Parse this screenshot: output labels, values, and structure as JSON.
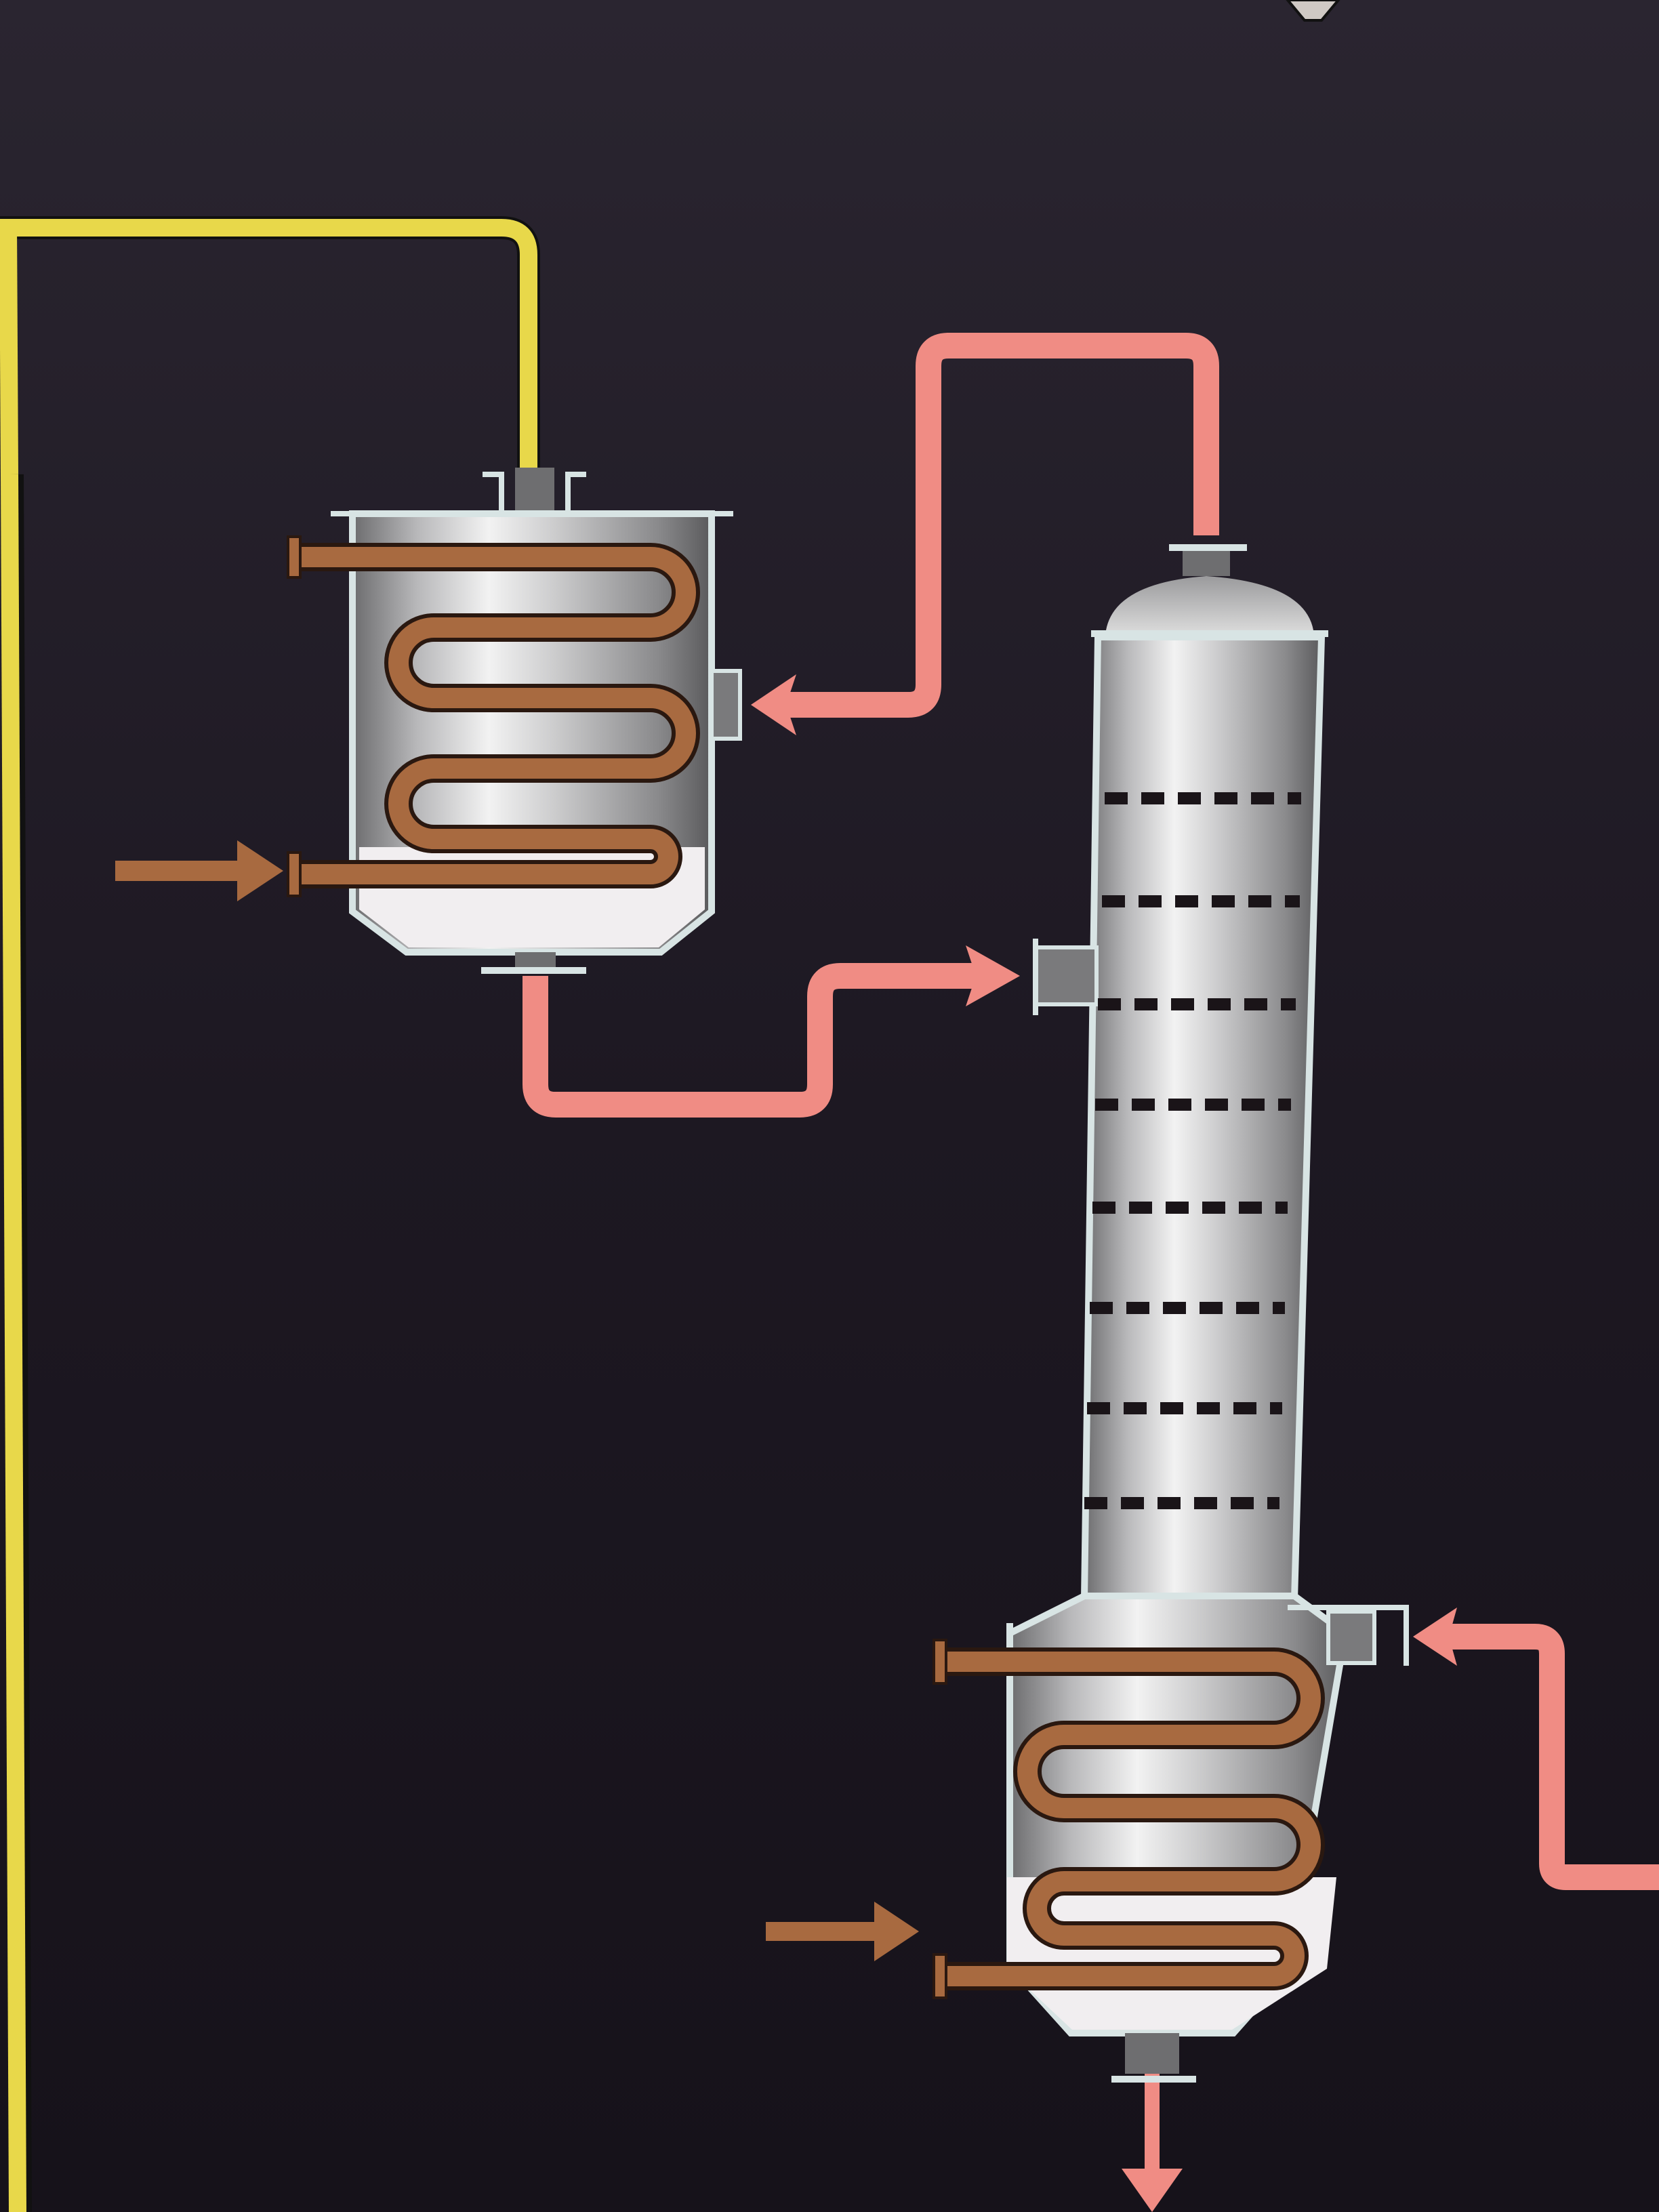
{
  "diagram": {
    "title": "",
    "colors": {
      "background": "#1b1620",
      "yellow_pipe": "#e8d84a",
      "salmon_pipe": "#f08c84",
      "coil_copper": "#a86a40",
      "coil_outline": "#2a1810",
      "vessel_outline": "#d8e4e4",
      "tray_dash": "#1a1418",
      "liquid": "#f1eef0"
    },
    "components": [
      {
        "id": "condenser",
        "kind": "vessel with heating coil"
      },
      {
        "id": "column",
        "kind": "tray column",
        "tray_count": 8
      },
      {
        "id": "reboiler",
        "kind": "vessel with heating coil"
      }
    ],
    "arrows": [
      {
        "id": "condenser-coil-inlet",
        "color": "coil_copper"
      },
      {
        "id": "condenser-vapor-inlet",
        "color": "salmon_pipe"
      },
      {
        "id": "column-feed-inlet",
        "color": "salmon_pipe"
      },
      {
        "id": "reboiler-coil-inlet",
        "color": "coil_copper"
      },
      {
        "id": "reboiler-side-inlet",
        "color": "salmon_pipe"
      },
      {
        "id": "reboiler-bottom-outlet",
        "color": "salmon_pipe"
      }
    ]
  }
}
